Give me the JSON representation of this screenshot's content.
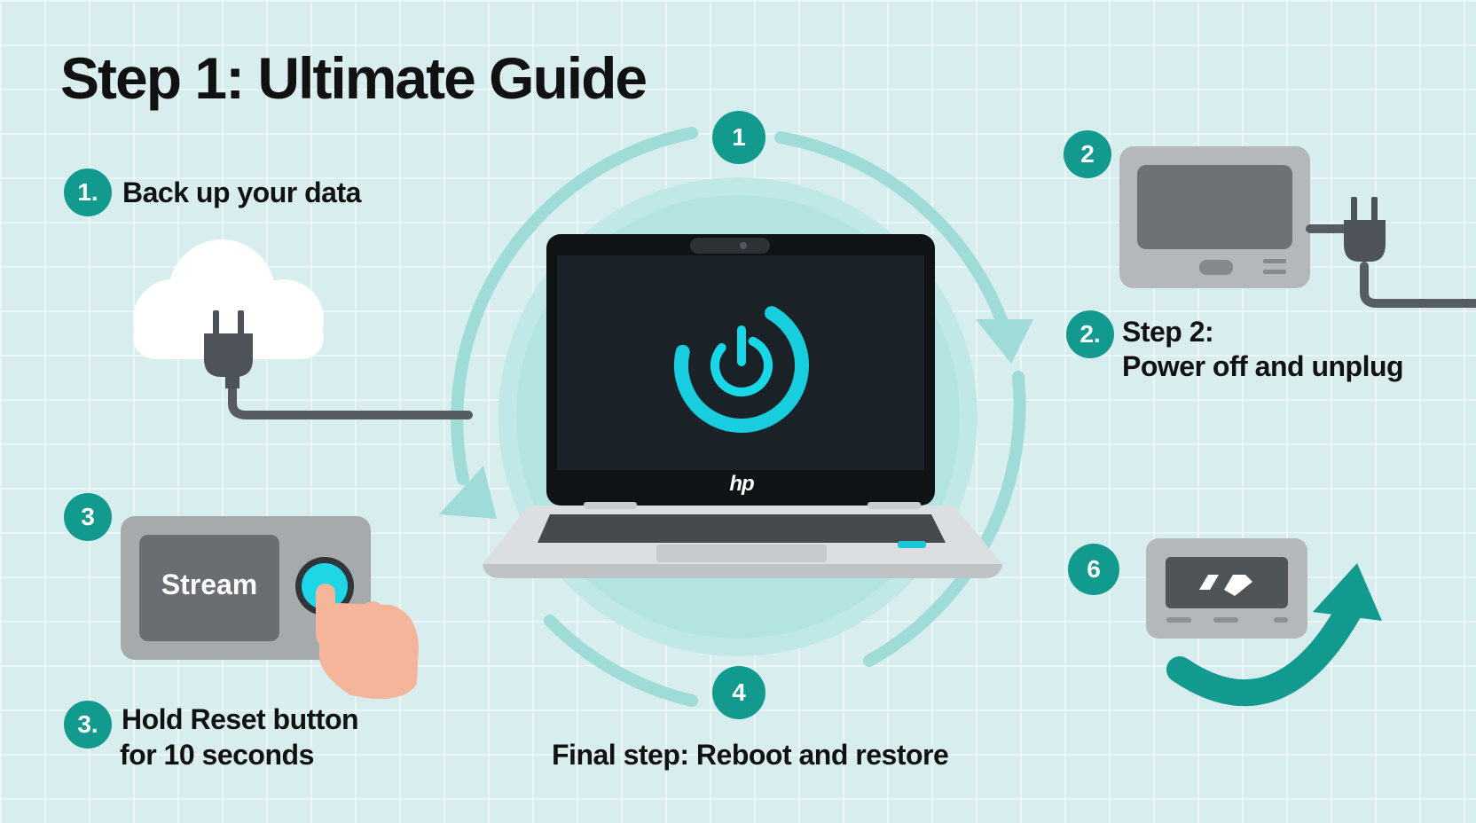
{
  "title": "Step 1: Ultimate Guide",
  "steps": {
    "backup": {
      "badge": "1.",
      "text": "Back up your data"
    },
    "power_off": {
      "badge": "2.",
      "line1": "Step 2:",
      "line2": "Power off and unplug"
    },
    "hold_reset": {
      "badge": "3.",
      "line1": "Hold Reset button",
      "line2": "for 10 seconds"
    },
    "final": {
      "text": "Final step: Reboot and restore"
    }
  },
  "cycle_badges": [
    "1",
    "2",
    "3",
    "4",
    "6"
  ],
  "devices": {
    "reset_box_label": "Stream",
    "laptop_logo": "hp"
  },
  "colors": {
    "background": "#d8eeee",
    "accent_teal": "#129a8f",
    "cycle_ring": "#9fdbd7",
    "power_glow": "#18d8e8",
    "screen_dark": "#1a2228"
  },
  "icons": [
    "cloud-icon",
    "plug-icon",
    "power-icon",
    "hand-pointer-icon",
    "curved-arrow-icon"
  ]
}
